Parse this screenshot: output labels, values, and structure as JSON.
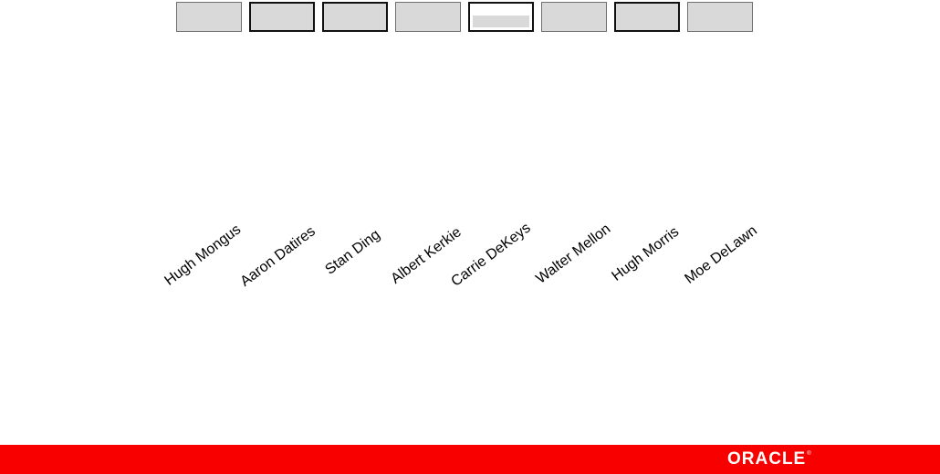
{
  "slots": [
    {
      "state": "empty"
    },
    {
      "state": "bold"
    },
    {
      "state": "bold"
    },
    {
      "state": "empty"
    },
    {
      "state": "sorted"
    },
    {
      "state": "empty"
    },
    {
      "state": "bold"
    },
    {
      "state": "empty"
    }
  ],
  "names": [
    "Hugh Mongus",
    "Aaron Datires",
    "Stan Ding",
    "Albert Kerkie",
    "Carrie DeKeys",
    "Walter Mellon",
    "Hugh Morris",
    "Moe DeLawn"
  ],
  "footer": {
    "logo_text": "ORACLE",
    "logo_mark": "®",
    "color": "#f80000"
  }
}
